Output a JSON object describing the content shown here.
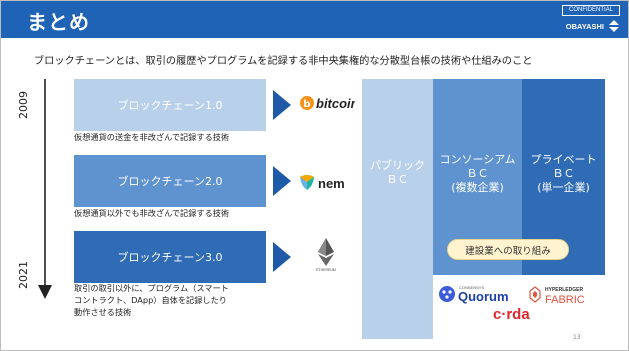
{
  "header": {
    "title": "まとめ",
    "confidential": "CONFIDENTIAL",
    "brand": "OBAYASHI",
    "brand_icon": "obayashi-logo-icon",
    "bg_color": "#1f63b6"
  },
  "subtitle": "ブロックチェーンとは、取引の履歴やプログラムを記録する非中央集権的な分散型台帳の技術や仕組みのこと",
  "timeline": {
    "start_year": "2009",
    "end_year": "2021"
  },
  "generations": [
    {
      "label": "ブロックチェーン1.0",
      "desc_lines": [
        "仮想通貨の送金を非改ざんで記録する技術"
      ],
      "color": "#b9d0ea",
      "logo": "bitcoin",
      "logo_icon": "bitcoin-icon"
    },
    {
      "label": "ブロックチェーン2.0",
      "desc_lines": [
        "仮想通貨以外でも非改ざんで記録する技術"
      ],
      "color": "#5f93cf",
      "logo": "nem",
      "logo_icon": "nem-icon"
    },
    {
      "label": "ブロックチェーン3.0",
      "desc_lines": [
        "取引の取引以外に、プログラム（スマート",
        "コントラクト、DApp）自体を記録したり",
        "動作させる技術"
      ],
      "color": "#2f6cb5",
      "logo": "ETHEREUM",
      "logo_icon": "ethereum-icon"
    }
  ],
  "columns": [
    {
      "lines": [
        "パブリック",
        "ＢＣ"
      ],
      "color": "#b9d0ea"
    },
    {
      "lines": [
        "コンソーシアム",
        "ＢＣ",
        "(複数企業)"
      ],
      "color": "#5f93cf"
    },
    {
      "lines": [
        "プライベート",
        "ＢＣ",
        "(単一企業)"
      ],
      "color": "#2f6cb5"
    }
  ],
  "callout": "建設業への取り組み",
  "partner_logos": {
    "quorum_small": "CONSENSYS",
    "quorum": "Quorum",
    "fabric_small": "HYPERLEDGER",
    "fabric": "FABRIC",
    "corda": "c·rda"
  },
  "page_number": "13"
}
